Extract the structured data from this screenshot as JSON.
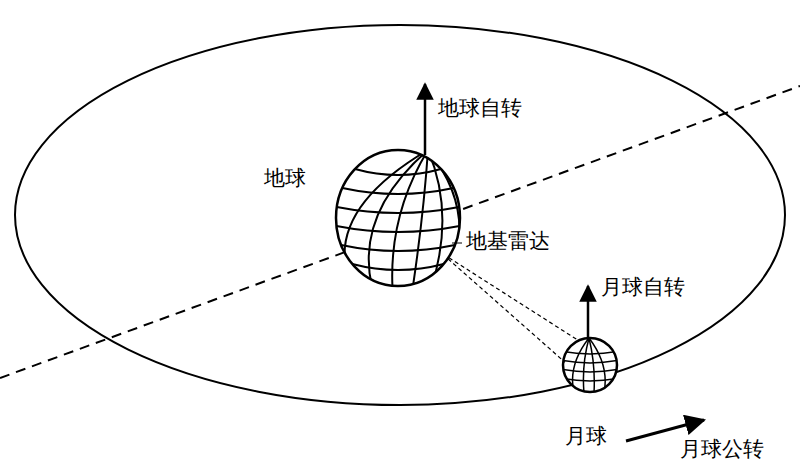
{
  "diagram": {
    "nodes": [
      {
        "text": [
          "地球"
        ]
      },
      {
        "text": [
          "月球"
        ]
      }
    ],
    "edges": [
      {
        "from": 0,
        "to": 1,
        "arrow": "none"
      }
    ],
    "labels": [
      "地球自转",
      "地基雷达",
      "月球自转",
      "月球公转"
    ]
  }
}
